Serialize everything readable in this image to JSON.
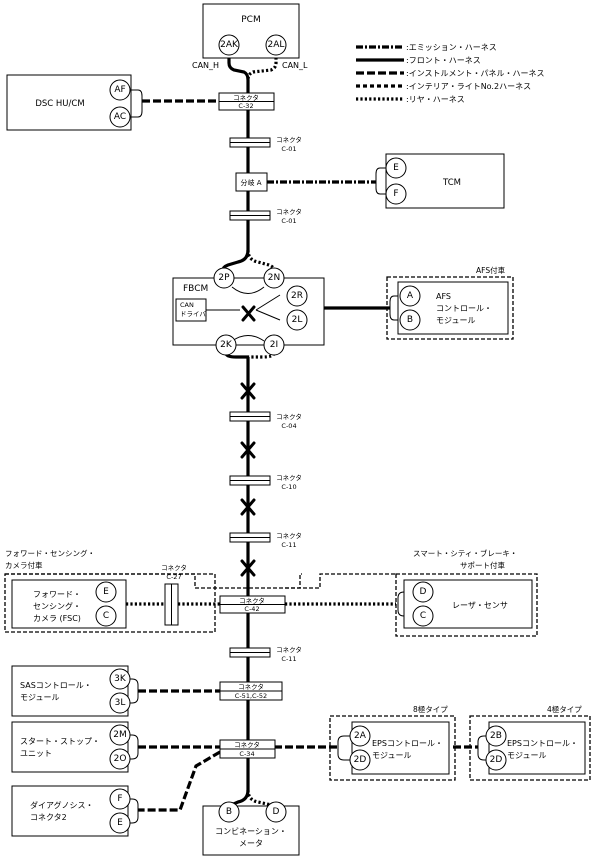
{
  "legend": [
    {
      "label": ":エミッション・ハーネス"
    },
    {
      "label": ":フロント・ハーネス"
    },
    {
      "label": ":インストルメント・パネル・ハーネス"
    },
    {
      "label": ":インテリア・ライトNo.2ハーネス"
    },
    {
      "label": ":リヤ・ハーネス"
    }
  ],
  "modules": {
    "pcm": "PCM",
    "dsc": "DSC HU/CM",
    "tcm": "TCM",
    "fbcm": "FBCM",
    "can_driver": [
      "CAN",
      "ドライバ"
    ],
    "afs": [
      "AFS",
      "コントロール・",
      "モジュール"
    ],
    "fsc": [
      "フォワード・",
      "センシング・",
      "カメラ (FSC)"
    ],
    "laser": "レーザ・センサ",
    "sas": [
      "SASコントロール・",
      "モジュール"
    ],
    "start_stop": [
      "スタート・ストップ・",
      "ユニット"
    ],
    "diag": [
      "ダイアグノシス・",
      "コネクタ2"
    ],
    "combination": [
      "コンビネーション・",
      "メータ"
    ],
    "eps8": [
      "EPSコントロール・",
      "モジュール"
    ],
    "eps4": [
      "EPSコントロール・",
      "モジュール"
    ]
  },
  "signals": {
    "can_h": "CAN_H",
    "can_l": "CAN_L"
  },
  "branch": "分岐 A",
  "groups": {
    "afs_option": "AFS付車",
    "fsc_option": [
      "フォワード・センシング・",
      "カメラ付車"
    ],
    "scbs_option": [
      "スマート・シティ・ブレーキ・",
      "サポート付車"
    ],
    "eps8": "8極タイプ",
    "eps4": "4極タイプ"
  },
  "connector_word": "コネクタ",
  "connectors": {
    "c32": "C-32",
    "c01a": "C-01",
    "c01b": "C-01",
    "c04": "C-04",
    "c10": "C-10",
    "c11a": "C-11",
    "c27": "C-27",
    "c42": "C-42",
    "c11b": "C-11",
    "c51": "C-51,C-52",
    "c34": "C-34"
  },
  "pins": {
    "pcm_1": "2AK",
    "pcm_2": "2AL",
    "dsc_1": "AF",
    "dsc_2": "AC",
    "tcm_1": "E",
    "tcm_2": "F",
    "fbcm_top_1": "2P",
    "fbcm_top_2": "2N",
    "fbcm_side_1": "2R",
    "fbcm_side_2": "2L",
    "fbcm_bot_1": "2K",
    "fbcm_bot_2": "2I",
    "afs_1": "A",
    "afs_2": "B",
    "fsc_1": "E",
    "fsc_2": "C",
    "laser_1": "D",
    "laser_2": "C",
    "sas_1": "3K",
    "sas_2": "3L",
    "ss_1": "2M",
    "ss_2": "2O",
    "diag_1": "F",
    "diag_2": "E",
    "cm_1": "B",
    "cm_2": "D",
    "eps8_1": "2A",
    "eps8_2": "2D",
    "eps4_1": "2B",
    "eps4_2": "2D"
  }
}
